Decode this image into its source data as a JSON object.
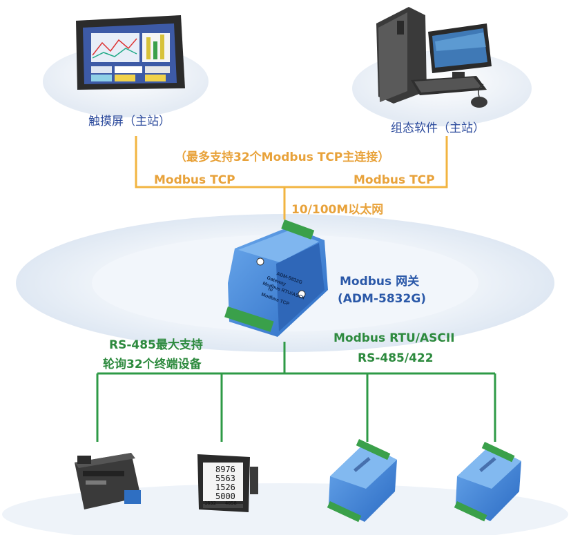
{
  "top": {
    "hmi_label": "触摸屏（主站）",
    "scada_label": "组态软件（主站）",
    "max_conn_note": "（最多支持32个Modbus TCP主连接）",
    "left_protocol": "Modbus TCP",
    "right_protocol": "Modbus TCP",
    "ethernet_label": "10/100M以太网"
  },
  "gateway": {
    "title": "Modbus 网关",
    "model": "(ADM-5832G)",
    "panel_lines": [
      "ADM-5832G",
      "Gateway",
      "Modbus RTU/ASCII",
      "to",
      "Modbus TCP"
    ]
  },
  "bottom": {
    "left_note_line1": "RS-485最大支持",
    "left_note_line2": "轮询32个终端设备",
    "right_note_line1": "Modbus RTU/ASCII",
    "right_note_line2": "RS-485/422"
  },
  "devices": {
    "meter_readings": [
      "8976",
      "5563",
      "1526",
      "5000",
      "1632",
      "4058"
    ]
  },
  "colors": {
    "orange_line": "#f2b440",
    "green_line": "#2e9a46",
    "label_blue": "#2b4a9c",
    "module_blue": "#4a8fd8"
  }
}
